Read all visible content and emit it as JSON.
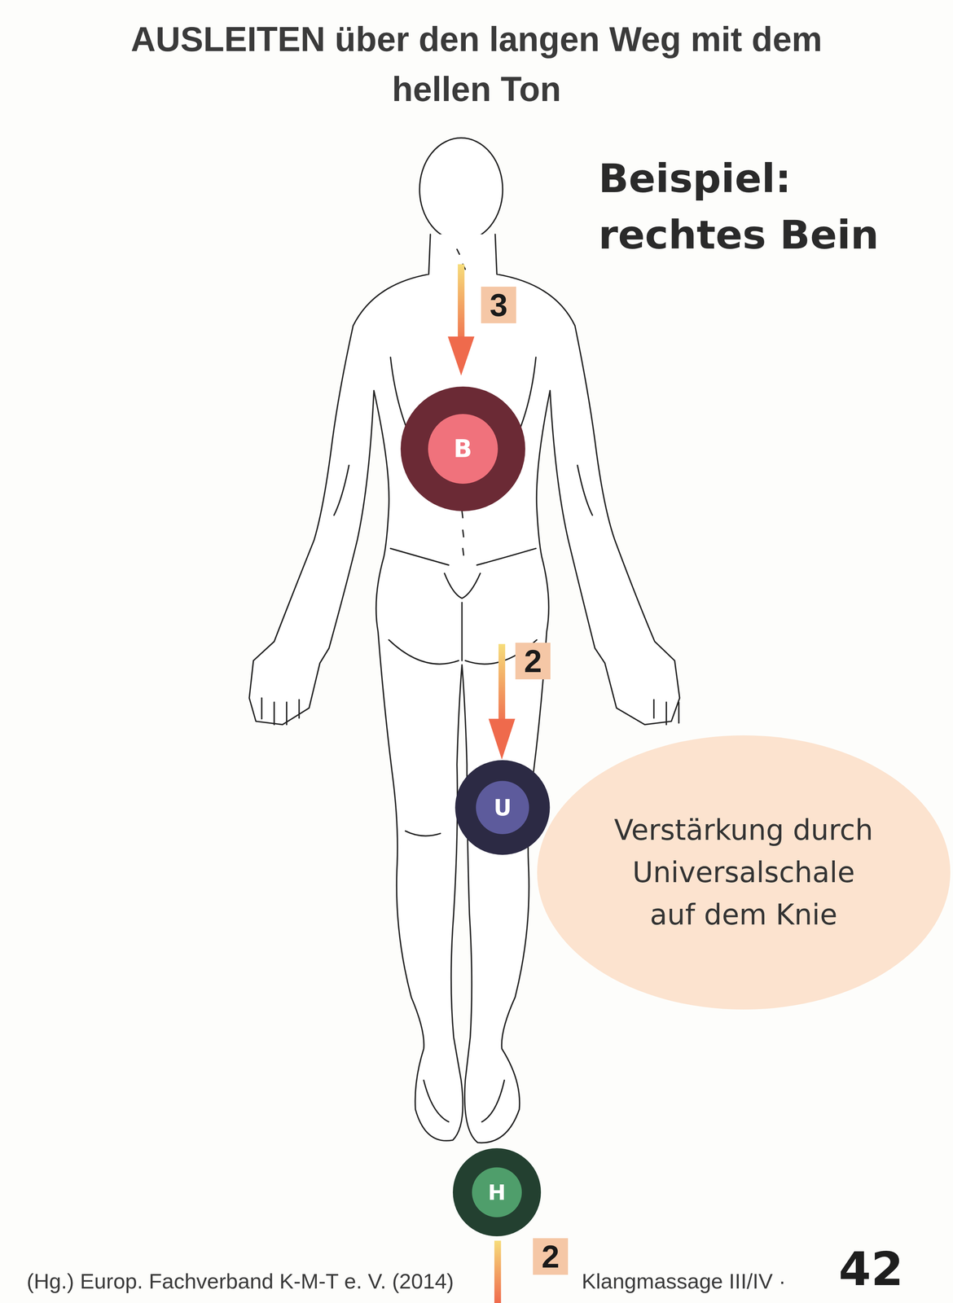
{
  "diagram": {
    "title": "AUSLEITEN über den langen Weg mit dem hellen Ton",
    "nodes": [
      {
        "text": [
          "B"
        ]
      },
      {
        "text": [
          "U"
        ]
      },
      {
        "text": [
          "Verstärkung durch Universalschale auf dem Knie"
        ]
      },
      {
        "text": [
          "H"
        ]
      }
    ],
    "labels": [
      "Beispiel: rechtes Bein",
      "3",
      "2",
      "2",
      "(Hg.) Europ. Fachverband K-M-T e. V. (2014)",
      "Klangmassage III/IV ·",
      "42"
    ]
  }
}
